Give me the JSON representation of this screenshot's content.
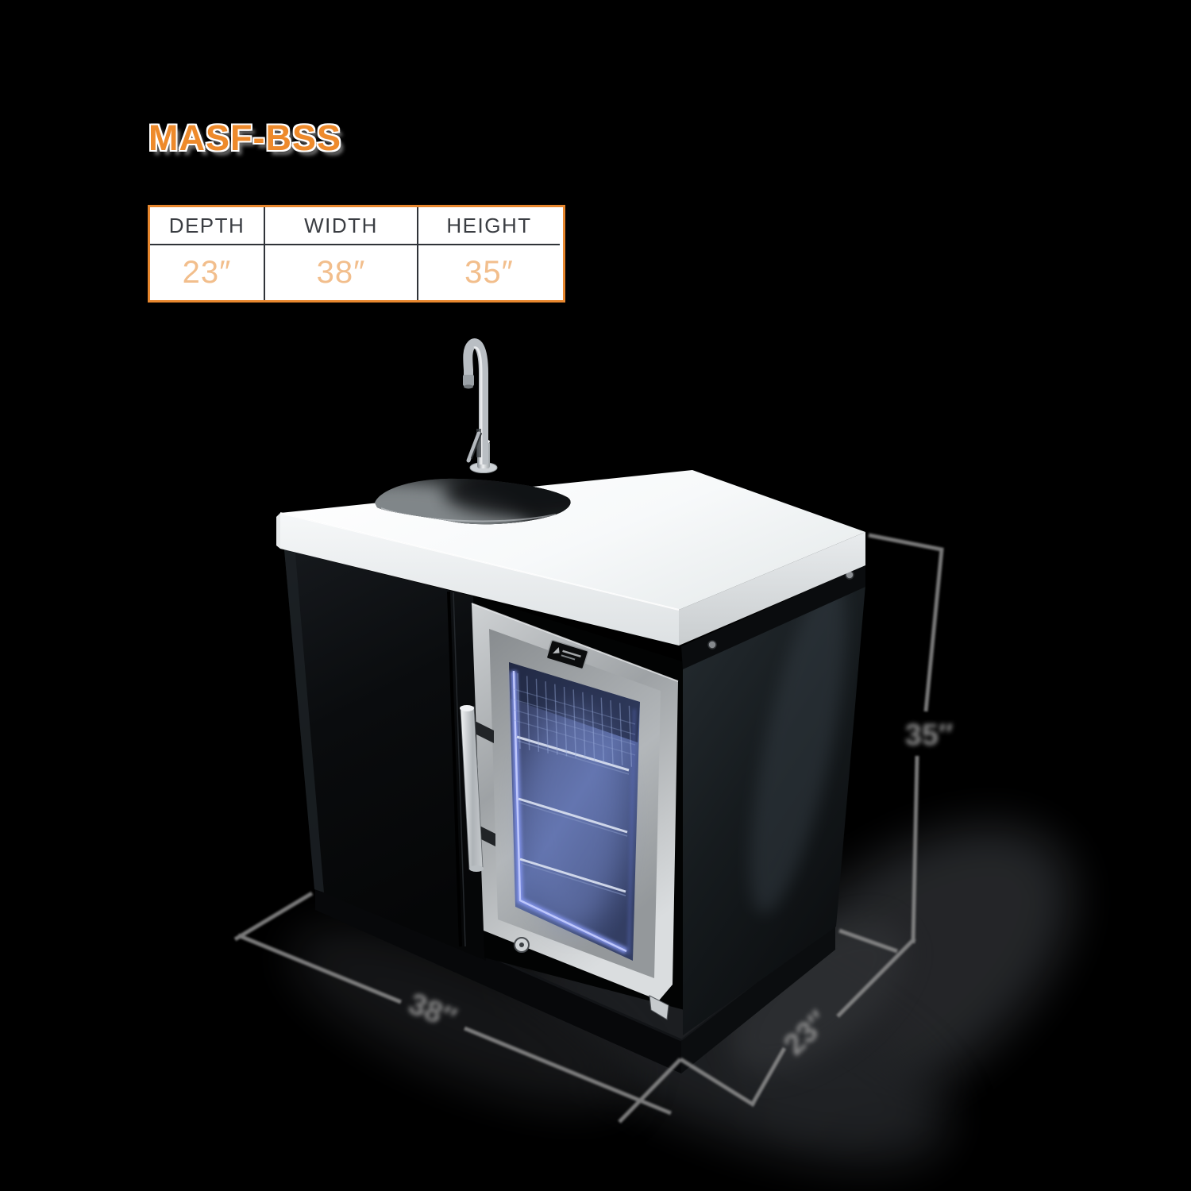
{
  "page": {
    "background": "#000000"
  },
  "header": {
    "model": "MASF-BSS",
    "title_color": "#EE8A2B"
  },
  "spec_table": {
    "border_color": "#E8872E",
    "divider_color": "#2F3338",
    "header_text_color": "#3A3D42",
    "value_text_color": "#F2BE8C",
    "columns": [
      {
        "header": "DEPTH",
        "value": "23″"
      },
      {
        "header": "WIDTH",
        "value": "38″"
      },
      {
        "header": "HEIGHT",
        "value": "35″"
      }
    ]
  },
  "diagram": {
    "annotation_color": "#8E8E8E",
    "dimension_labels": {
      "width": "38″",
      "depth": "23″",
      "height": "35″"
    },
    "colors": {
      "countertop": "#FBFCFD",
      "cabinet_body": "#0B0E10",
      "fridge_frame": "#AEB2B5",
      "fridge_glass_glow": "#8495EE",
      "faucet_chrome": "#C9CDD1"
    }
  }
}
